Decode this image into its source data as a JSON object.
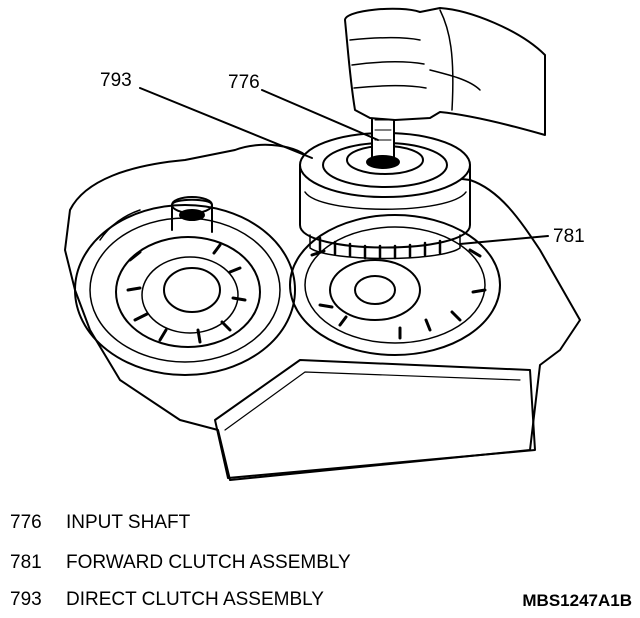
{
  "callouts": {
    "c793": "793",
    "c776": "776",
    "c781": "781"
  },
  "legend": [
    {
      "num": "776",
      "desc": "INPUT SHAFT"
    },
    {
      "num": "781",
      "desc": "FORWARD CLUTCH ASSEMBLY"
    },
    {
      "num": "793",
      "desc": "DIRECT CLUTCH ASSEMBLY"
    }
  ],
  "figure_code": "MBS1247A1B"
}
